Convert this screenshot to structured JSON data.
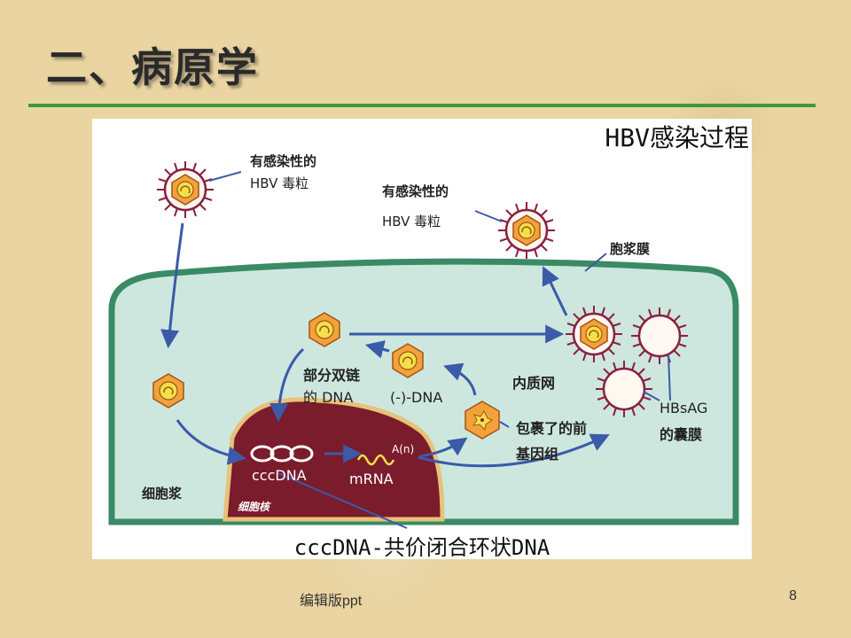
{
  "slide": {
    "title": "二、病原学",
    "footer_text": "编辑版ppt",
    "page_number": "8"
  },
  "figure": {
    "title": "HBV感染过程",
    "caption": "cccDNA-共价闭合环状DNA",
    "labels": {
      "virus_in_1": "有感染性的",
      "virus_in_2": "HBV 毒粒",
      "virus_out_1": "有感染性的",
      "virus_out_2": "HBV 毒粒",
      "plasma_membrane": "胞浆膜",
      "partial_ds_1": "部分双链",
      "partial_ds_2": "的 DNA",
      "minus_dna": "(-)-DNA",
      "er": "内质网",
      "hbsag_1": "HBsAG",
      "hbsag_2": "的囊膜",
      "pregenome_1": "包裹了的前",
      "pregenome_2": "基因组",
      "cytoplasm": "细胞浆",
      "nucleus": "细胞核",
      "cccdna": "cccDNA",
      "mrna": "mRNA",
      "polya": "A(n)"
    }
  },
  "colors": {
    "title_rule": "#3c9a3c",
    "cell_fill": "#cde7de",
    "cell_border": "#3a8a66",
    "nucleus_fill": "#7a1c2c",
    "nucleus_rim": "#e7c27a",
    "arrow": "#3b5aa8",
    "capsid": "#f2a23a",
    "core": "#f4e04a",
    "spike": "#8a2040"
  }
}
